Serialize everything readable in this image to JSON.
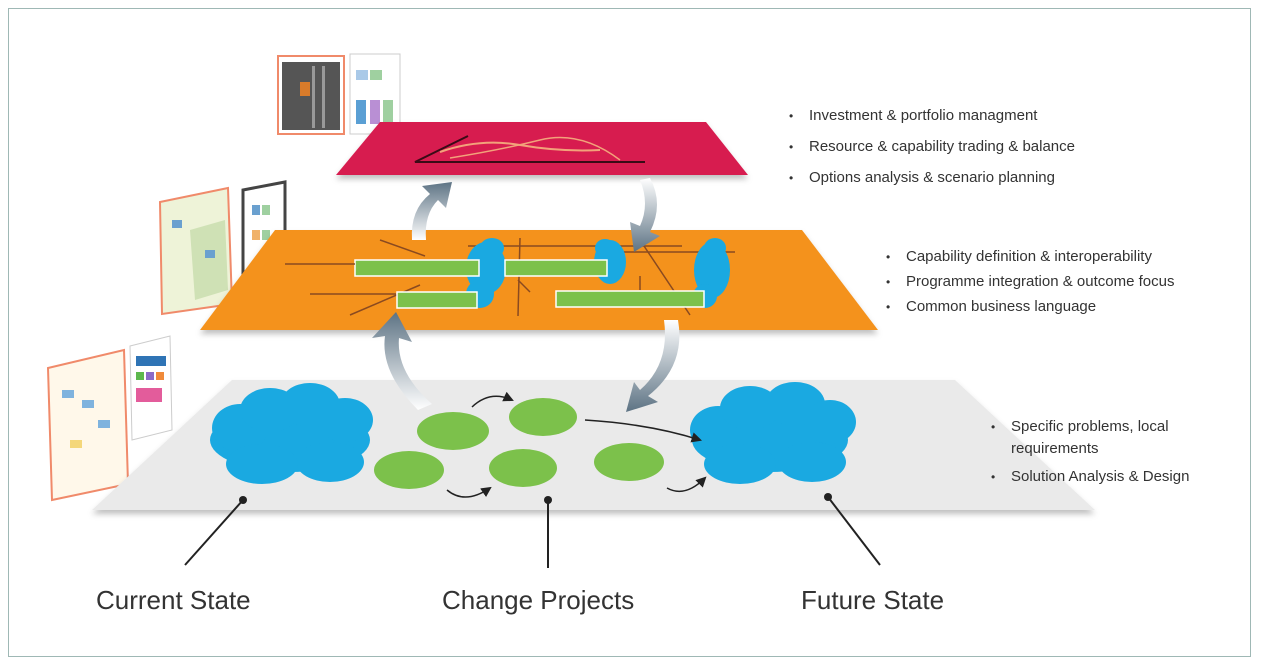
{
  "layers": {
    "top": {
      "color": "#d71f4f",
      "bullets": [
        "Investment & portfolio managment",
        "Resource & capability trading & balance",
        "Options analysis & scenario planning"
      ]
    },
    "middle": {
      "color": "#f4921f",
      "bullets": [
        "Capability definition & interoperability",
        "Programme integration & outcome focus",
        "Common business language"
      ]
    },
    "bottom": {
      "color": "#eaeaea",
      "bullets": [
        "Specific problems, local requirements",
        "Solution Analysis & Design"
      ]
    }
  },
  "labels": {
    "current": "Current State",
    "change": "Change Projects",
    "future": "Future State"
  },
  "colors": {
    "cloud": "#1aa9e1",
    "project": "#7cc14b",
    "bar": "#7cc14b",
    "arrow": "#6f8596"
  }
}
